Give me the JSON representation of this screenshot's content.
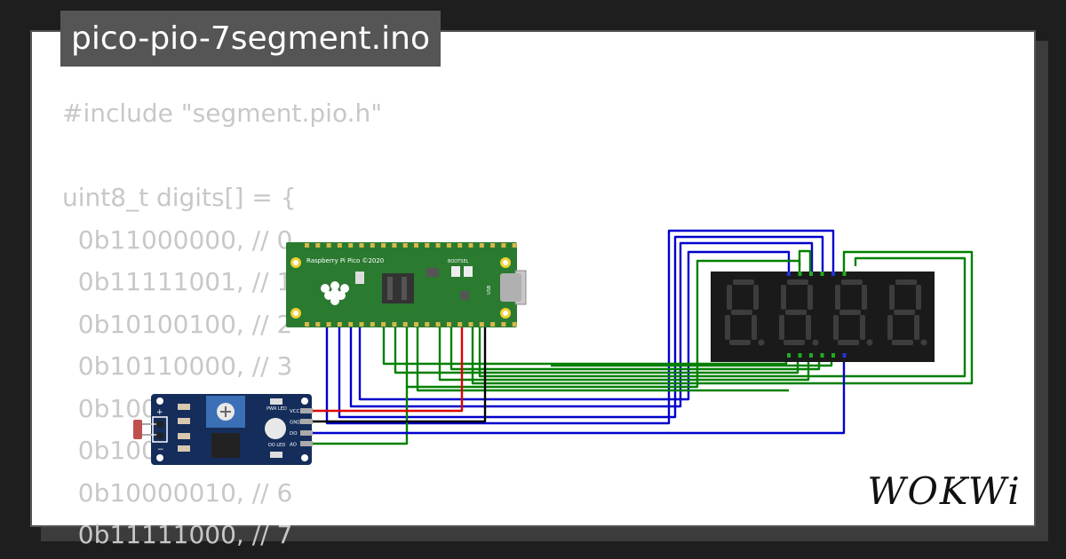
{
  "title": "pico-pio-7segment.ino",
  "code_lines": [
    "#include \"segment.pio.h\"",
    "",
    "uint8_t digits[] = {",
    "  0b11000000, // 0",
    "  0b11111001, // 1",
    "  0b10100100, // 2",
    "  0b10110000, // 3",
    "  0b10011001, // 4",
    "  0b10010010, // 5",
    "  0b10000010, // 6",
    "  0b11111000, // 7"
  ],
  "brand": "WOKWi",
  "pico": {
    "silkscreen": "Raspberry Pi Pico ©2020",
    "boot_label": "BOOTSEL",
    "usb_label": "USB"
  },
  "sensor": {
    "pins": [
      "VCC",
      "GND",
      "DO",
      "AO"
    ],
    "pwr_led": "PWR LED",
    "do_led": "DO LED"
  },
  "display": {
    "digits": 4,
    "color": "#1a1a1a"
  },
  "wire_colors": {
    "blue": "#0000cc",
    "green": "#008000",
    "red": "#dd0000",
    "black": "#000000"
  }
}
